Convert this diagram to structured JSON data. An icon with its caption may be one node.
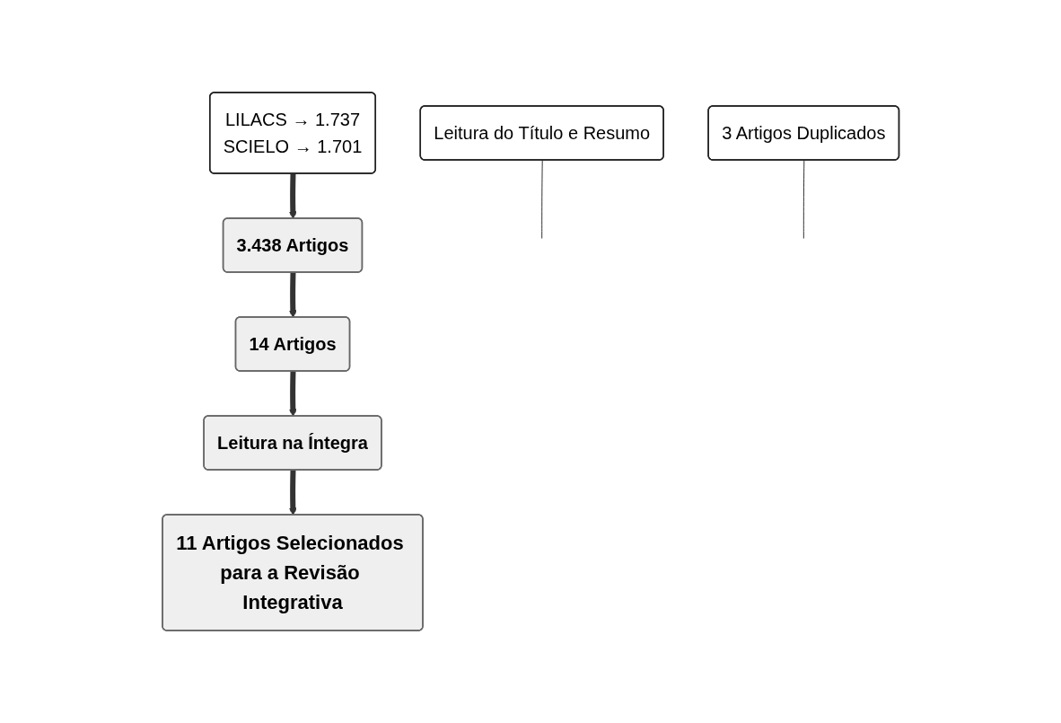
{
  "diagram": {
    "nodes": [
      {
        "text": [
          "LILACS → 1.737",
          "SCIELO → 1.701"
        ]
      },
      {
        "text": [
          "3.438 Artigos"
        ]
      },
      {
        "text": [
          "Leitura do Título e Resumo"
        ]
      },
      {
        "text": [
          "14 Artigos"
        ]
      },
      {
        "text": [
          "3 Artigos Duplicados"
        ]
      },
      {
        "text": [
          "Leitura na Íntegra"
        ]
      },
      {
        "text": [
          "11 Artigos Selecionados para a Revisão Integrativa"
        ]
      }
    ],
    "edges": [
      {
        "from": 0,
        "to": 1,
        "arrow": "to"
      },
      {
        "from": 1,
        "to": 3,
        "arrow": "to"
      },
      {
        "from": 2,
        "to": null,
        "arrow": "none"
      },
      {
        "from": 3,
        "to": 5,
        "arrow": "to"
      },
      {
        "from": 4,
        "to": null,
        "arrow": "none"
      },
      {
        "from": 5,
        "to": 6,
        "arrow": "to"
      }
    ]
  }
}
